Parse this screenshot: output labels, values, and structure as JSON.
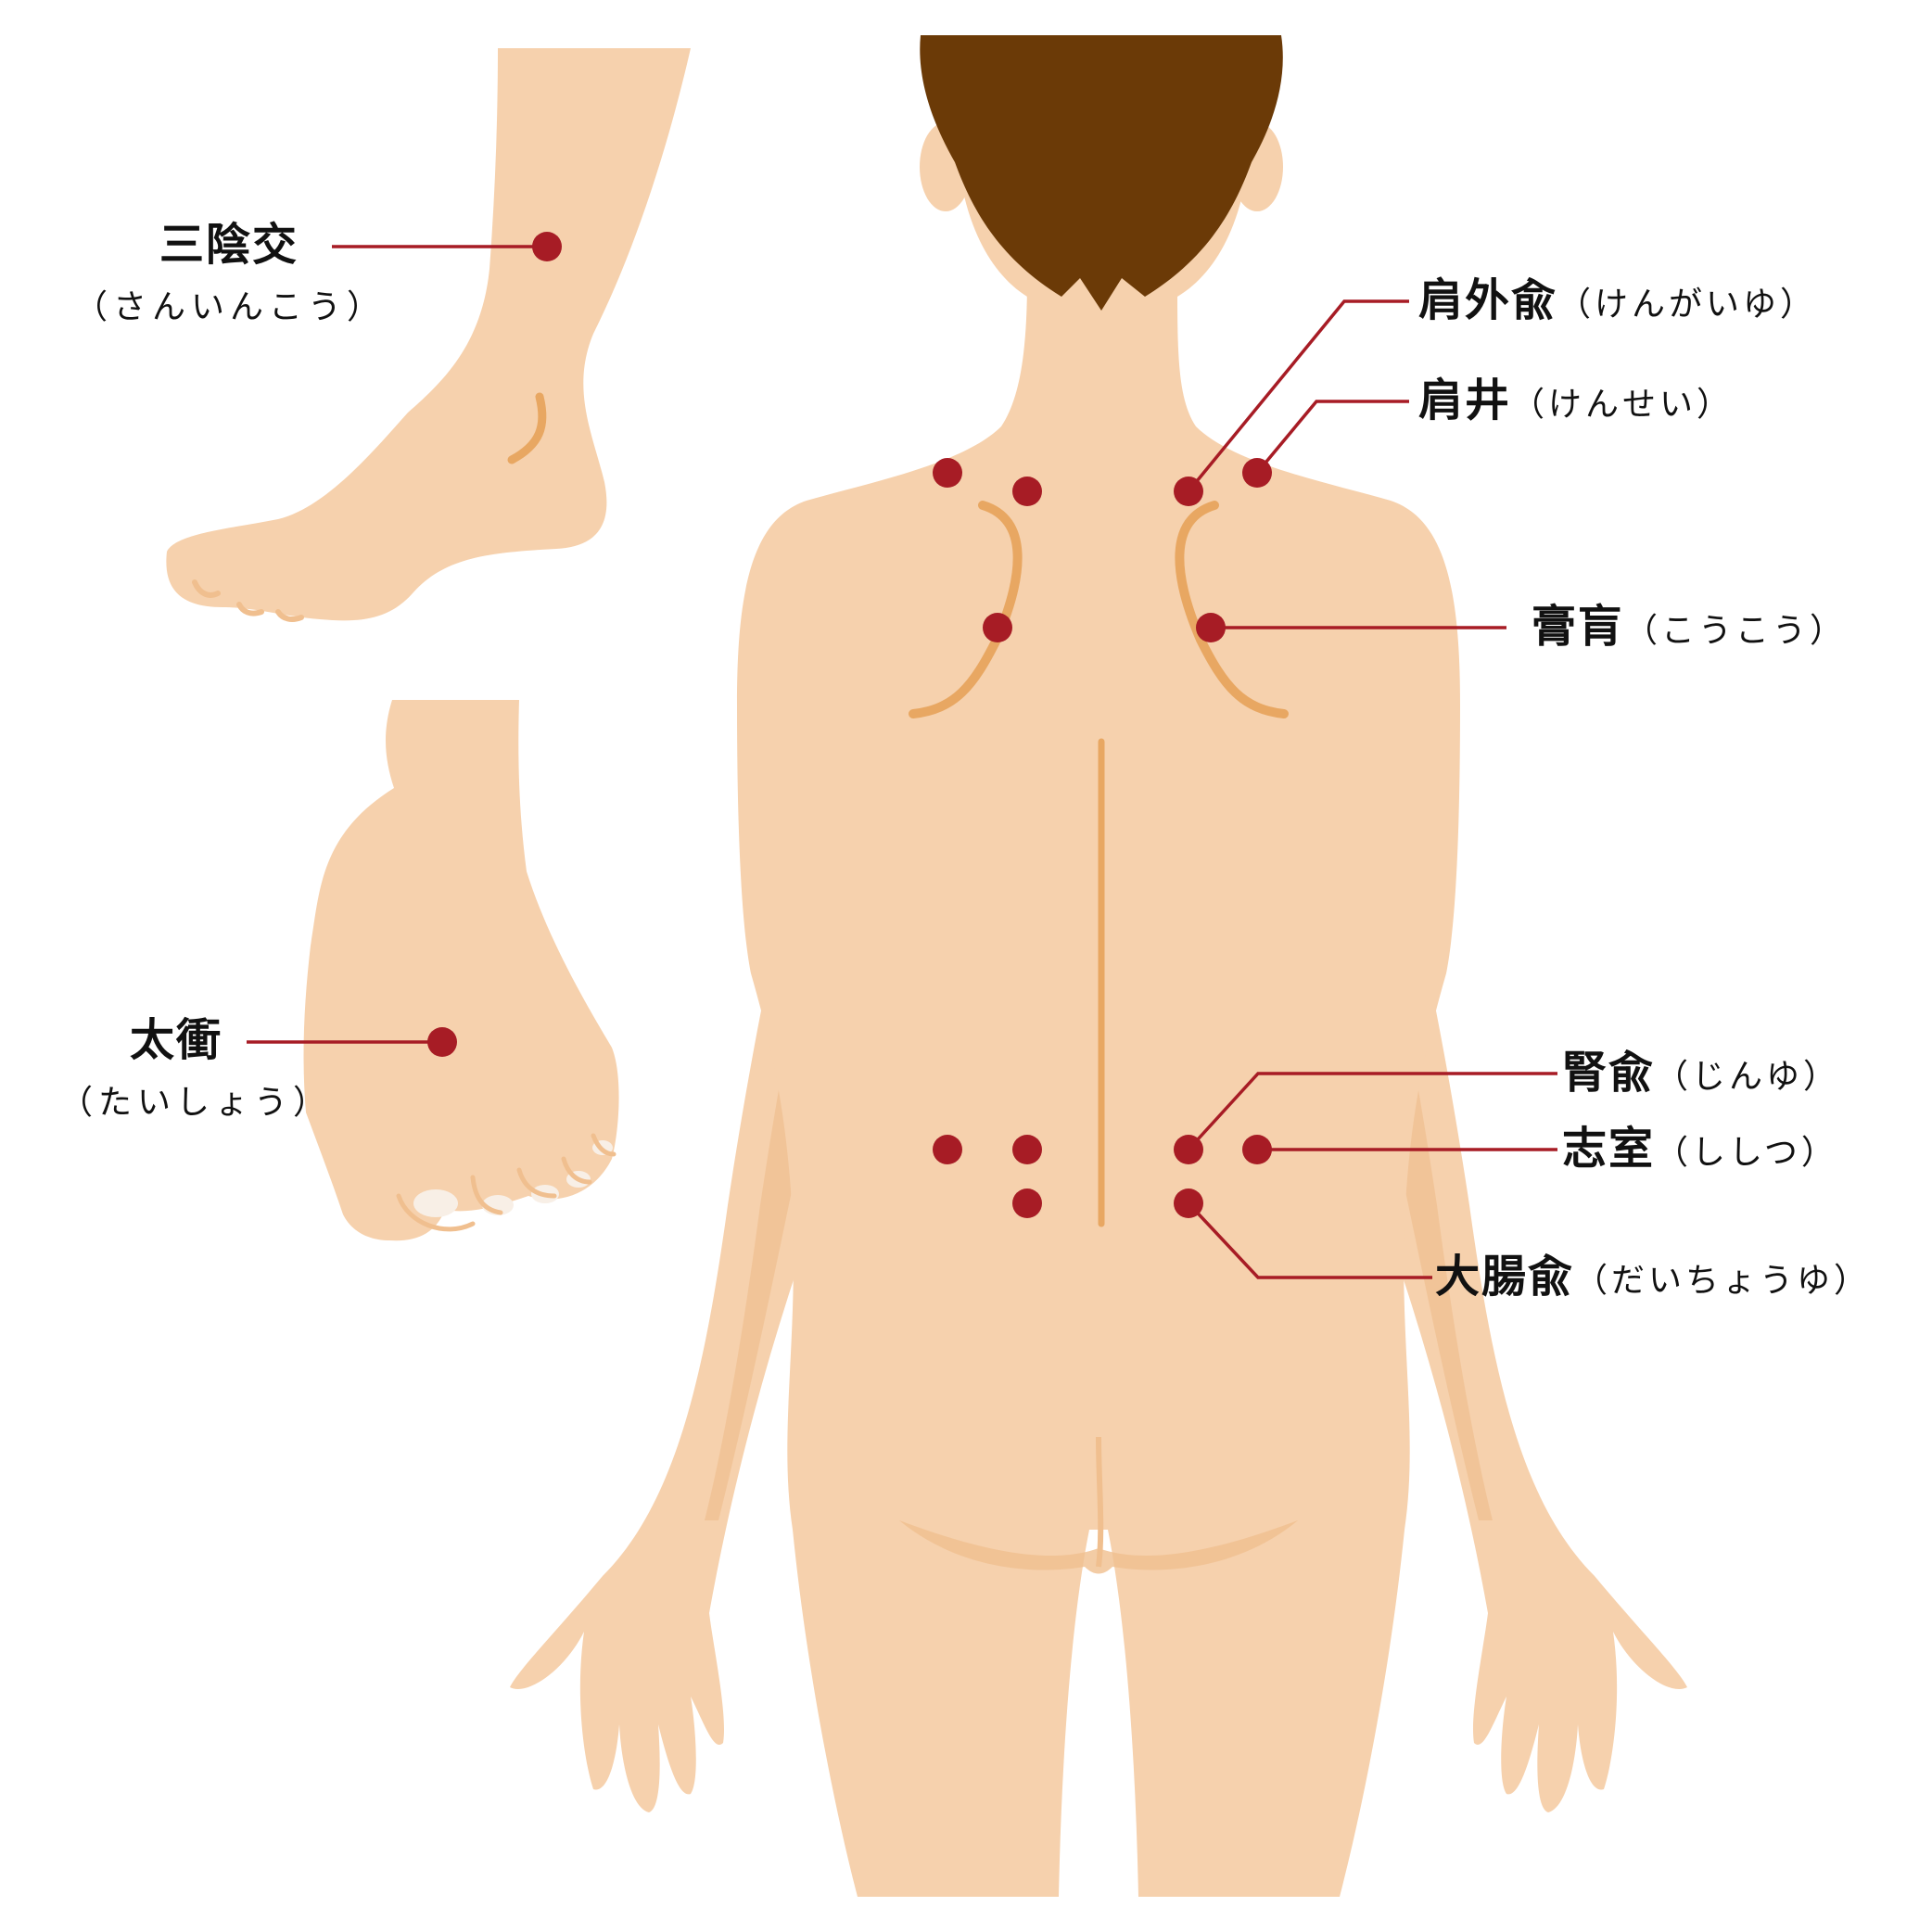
{
  "colors": {
    "skin": "#f6d1ad",
    "skin_shadow": "#f0bf8f",
    "skin_line": "#e8a762",
    "hair": "#6b3a07",
    "point": "#a71c25",
    "leader": "#a71c25",
    "text": "#111111"
  },
  "labels": {
    "sanyinjiao": {
      "name": "三陰交",
      "reading": "（さんいんこう）"
    },
    "taichong": {
      "name": "太衝",
      "reading": "（たいしょう）"
    },
    "kengaiyu": {
      "name": "肩外兪",
      "reading": "（けんがいゆ）"
    },
    "kensei": {
      "name": "肩井",
      "reading": "（けんせい）"
    },
    "koukou": {
      "name": "膏肓",
      "reading": "（こうこう）"
    },
    "jinyu": {
      "name": "腎兪",
      "reading": "（じんゆ）"
    },
    "shishitsu": {
      "name": "志室",
      "reading": "（ししつ）"
    },
    "daichouyu": {
      "name": "大腸兪",
      "reading": "（だいちょうゆ）"
    }
  }
}
